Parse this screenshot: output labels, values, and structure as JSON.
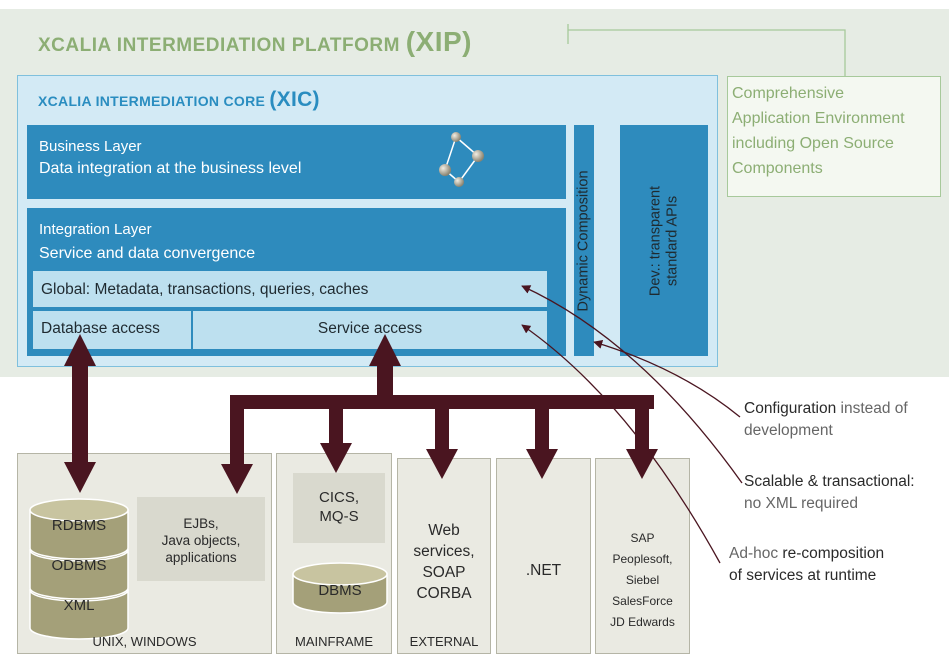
{
  "platform": {
    "title_prefix": "XCALIA INTERMEDIATION PLATFORM",
    "title_abbr": "(XIP)"
  },
  "core": {
    "title_prefix": "XCALIA INTERMEDIATION CORE",
    "title_abbr": "(XIC)"
  },
  "business_layer": {
    "title": "Business Layer",
    "subtitle": "Data integration at the business level"
  },
  "integration_layer": {
    "title": "Integration Layer",
    "subtitle": "Service and data convergence",
    "global_label": "Global:",
    "global_text": "Metadata, transactions, queries, caches",
    "database_access": "Database access",
    "service_access": "Service access"
  },
  "vertical_bars": {
    "dynamic": "Dynamic Composition",
    "dev_line1": "Dev.: transparent",
    "dev_line2": "standard APIs"
  },
  "callout": [
    "Comprehensive",
    "Application Environment",
    "including Open Source",
    "Components"
  ],
  "annotations": {
    "configuration": {
      "bold": "Configuration",
      "rest": " instead of",
      "line2": "development"
    },
    "scalable": {
      "line1": "Scalable & transactional:",
      "line2": "no XML required"
    },
    "adhoc": {
      "pre": "Ad-hoc ",
      "bold": "re-composition",
      "line2": "of services at runtime"
    }
  },
  "bottom": {
    "unix": {
      "label": "UNIX, WINDOWS",
      "db": [
        "RDBMS",
        "ODBMS",
        "XML"
      ],
      "ejb": [
        "EJBs,",
        "Java objects,",
        "applications"
      ]
    },
    "mainframe": {
      "label": "MAINFRAME",
      "cics": [
        "CICS,",
        "MQ-S"
      ],
      "dbms": "DBMS"
    },
    "external": {
      "label": "EXTERNAL",
      "text": [
        "Web",
        "services,",
        "SOAP",
        "CORBA"
      ]
    },
    "net": {
      "text": ".NET"
    },
    "erp": {
      "text": [
        "SAP",
        "Peoplesoft,",
        "Siebel",
        "SalesForce",
        "JD Edwards"
      ]
    }
  },
  "colors": {
    "platform_bg": "#e6ece4",
    "platform_title": "#8cae74",
    "core_bg": "#d3eaf5",
    "layer_blue": "#2e8bbd",
    "arrow": "#4a1520"
  }
}
